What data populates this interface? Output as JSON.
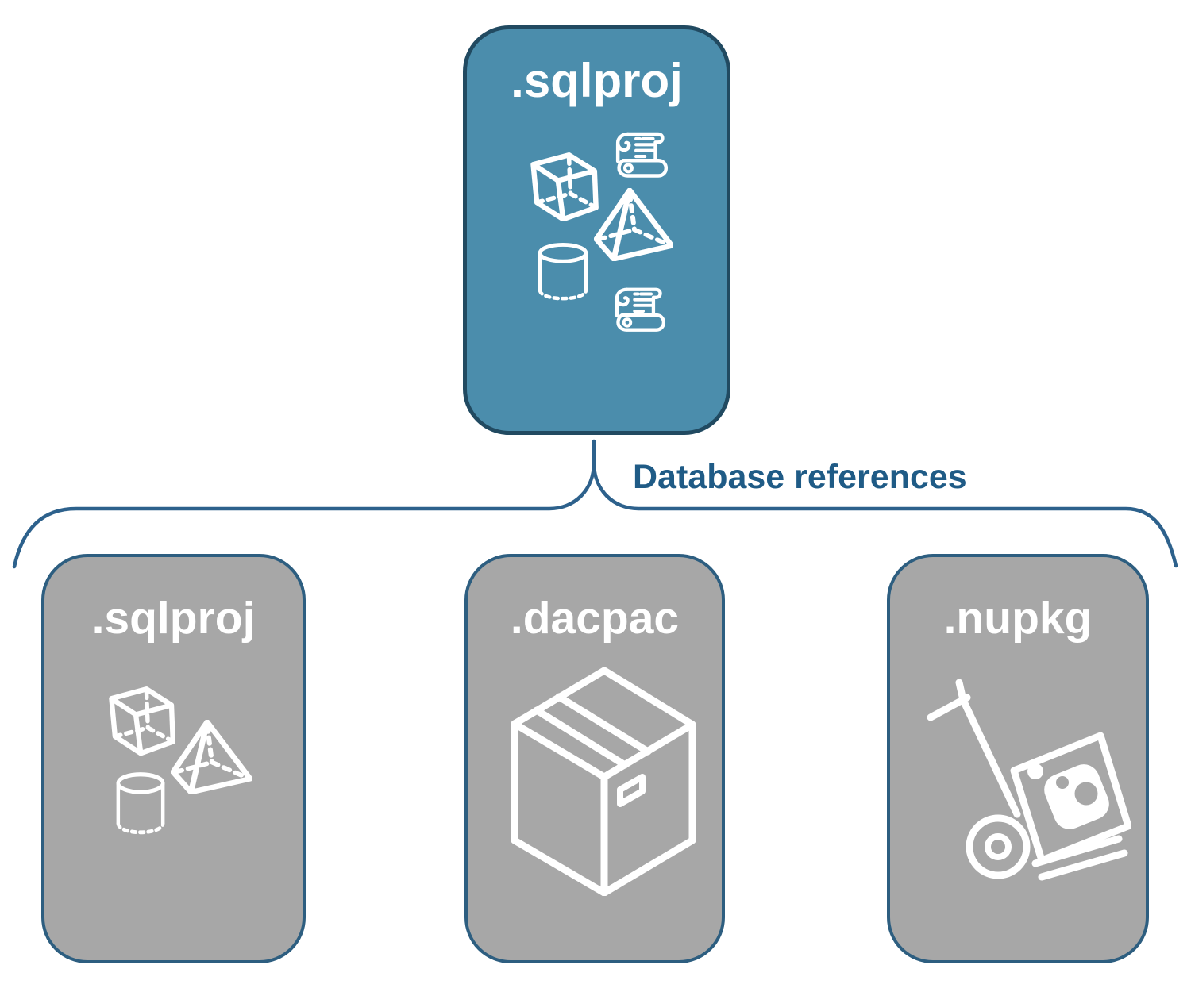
{
  "diagram": {
    "top_node": {
      "label": ".sqlproj",
      "icons": [
        "cube-icon",
        "scroll-icon",
        "pyramid-icon",
        "cylinder-icon",
        "scroll-icon"
      ]
    },
    "connector": {
      "type": "curly-brace",
      "label": "Database references"
    },
    "child_nodes": [
      {
        "label": ".sqlproj",
        "icons": [
          "cube-icon",
          "pyramid-icon",
          "cylinder-icon"
        ]
      },
      {
        "label": ".dacpac",
        "icons": [
          "package-box-icon"
        ]
      },
      {
        "label": ".nupkg",
        "icons": [
          "hand-truck-icon",
          "nuget-package-icon"
        ]
      }
    ],
    "colors": {
      "top_node_fill": "#4b8dac",
      "top_node_border": "#214a61",
      "child_node_fill": "#a7a7a7",
      "child_node_border": "#2d5e80",
      "connector_stroke": "#2d618c",
      "label_text": "#1f5b86",
      "icon_stroke": "#ffffff",
      "background": "#ffffff"
    }
  }
}
